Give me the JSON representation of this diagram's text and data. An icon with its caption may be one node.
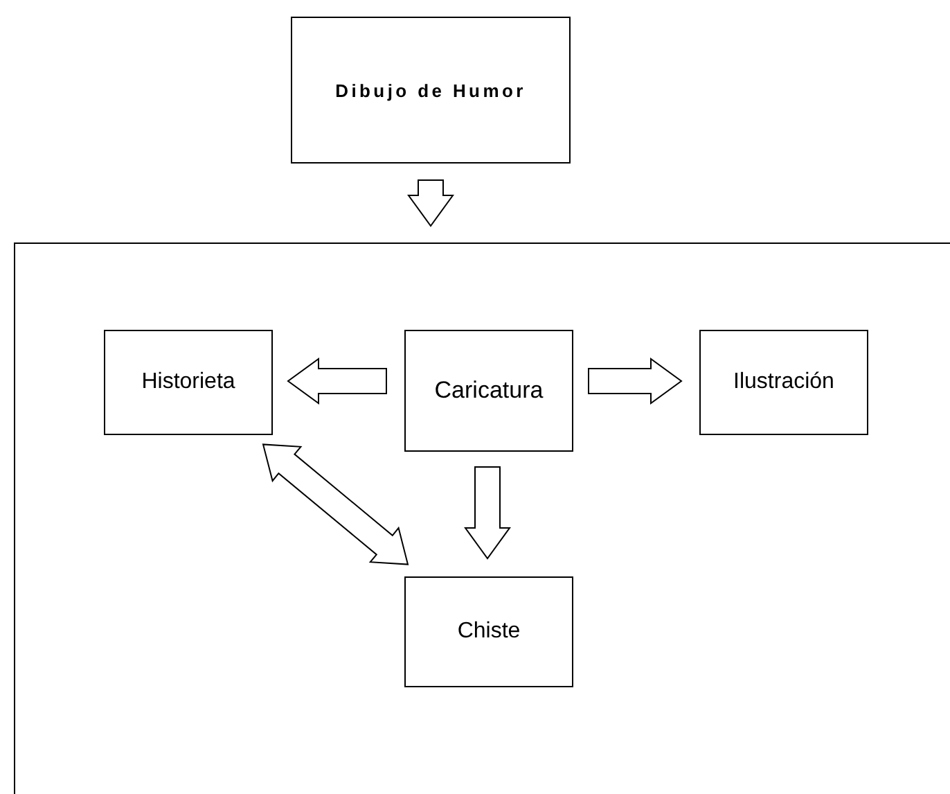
{
  "diagram": {
    "nodes": [
      {
        "text": [
          "Dibujo de Humor"
        ]
      },
      {
        "text": [],
        "shape": "box"
      },
      {
        "text": [
          "Historieta"
        ],
        "in": 1
      },
      {
        "text": [
          "Caricatura"
        ],
        "in": 1
      },
      {
        "text": [
          "Ilustración"
        ],
        "in": 1
      },
      {
        "text": [
          "Chiste"
        ],
        "in": 1
      }
    ],
    "edges": [
      {
        "from": 0,
        "to": 1,
        "arrow": "to"
      },
      {
        "from": 3,
        "to": 2,
        "arrow": "to"
      },
      {
        "from": 3,
        "to": 4,
        "arrow": "to"
      },
      {
        "from": 3,
        "to": 5,
        "arrow": "to"
      },
      {
        "from": 2,
        "to": 5,
        "arrow": "both"
      }
    ]
  }
}
